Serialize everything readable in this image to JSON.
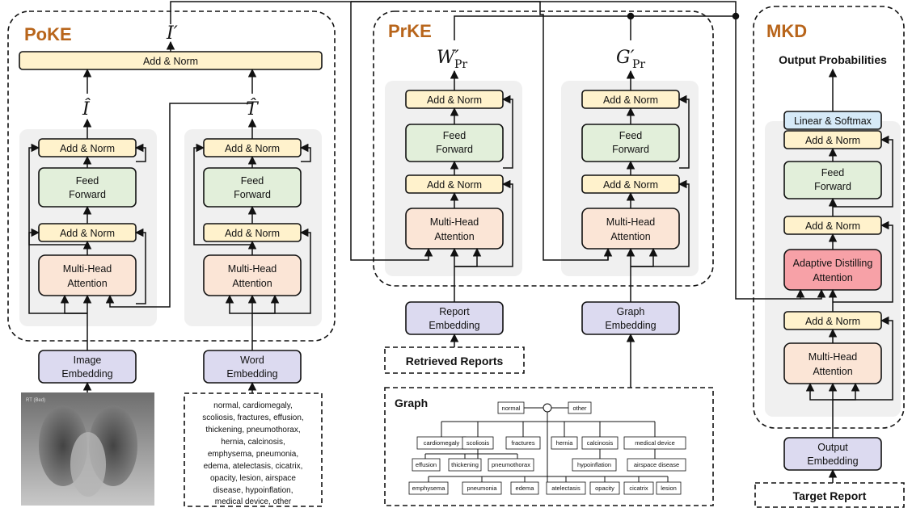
{
  "sections": {
    "poke": "PoKE",
    "prke": "PrKE",
    "mkd": "MKD"
  },
  "labels": {
    "add_norm": "Add & Norm",
    "feed": "Feed",
    "forward": "Forward",
    "multi_head": "Multi-Head",
    "attention": "Attention",
    "image": "Image",
    "word": "Word",
    "report": "Report",
    "graph_l": "Graph",
    "output_l": "Output",
    "embedding": "Embedding",
    "adaptive_distilling": "Adaptive Distilling",
    "linear_softmax": "Linear & Softmax",
    "output_probabilities": "Output Probabilities",
    "retrieved_reports": "Retrieved Reports",
    "target_report": "Target Report",
    "graph_title": "Graph",
    "xray_tag": "RT (Bed)"
  },
  "math": {
    "i_prime": "I′",
    "i_hat": "Î",
    "t_hat": "T̂",
    "w_pr_base": "W′",
    "g_pr_base": "G′",
    "pr_sub": "Pr"
  },
  "word_list": [
    "normal, cardiomegaly,",
    "scoliosis, fractures, effusion,",
    "thickening, pneumothorax,",
    "hernia, calcinosis,",
    "emphysema, pneumonia,",
    "edema, atelectasis, cicatrix,",
    "opacity, lesion, airspace",
    "disease, hypoinflation,",
    "medical device, other"
  ],
  "graph_nodes": {
    "root_left": "normal",
    "root_right": "other",
    "row1": [
      "cardiomegaly",
      "scoliosis",
      "fractures",
      "hernia",
      "calcinosis",
      "medical device"
    ],
    "row2": [
      "effusion",
      "thickening",
      "pneumothorax",
      "hypoinflation",
      "airspace disease"
    ],
    "row3": [
      "emphysema",
      "pneumonia",
      "edema",
      "atelectasis",
      "opacity",
      "cicatrix",
      "lesion"
    ]
  }
}
